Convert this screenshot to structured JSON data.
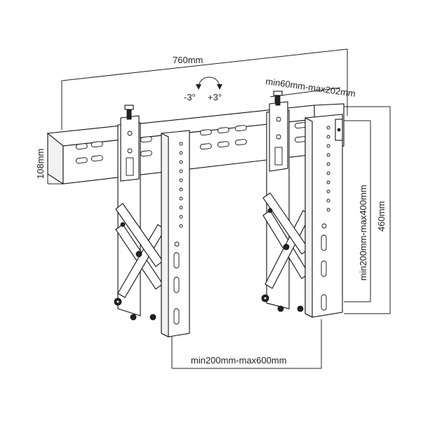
{
  "dimensions": {
    "overall_width": "760mm",
    "rail_height": "108mm",
    "tilt_minus": "-3°",
    "tilt_plus": "+3°",
    "arm_adjust": "min60mm-max202mm",
    "vertical_spacing": "min200mm-max400mm",
    "plate_height": "460mm",
    "horizontal_spacing": "min200mm-max600mm"
  }
}
